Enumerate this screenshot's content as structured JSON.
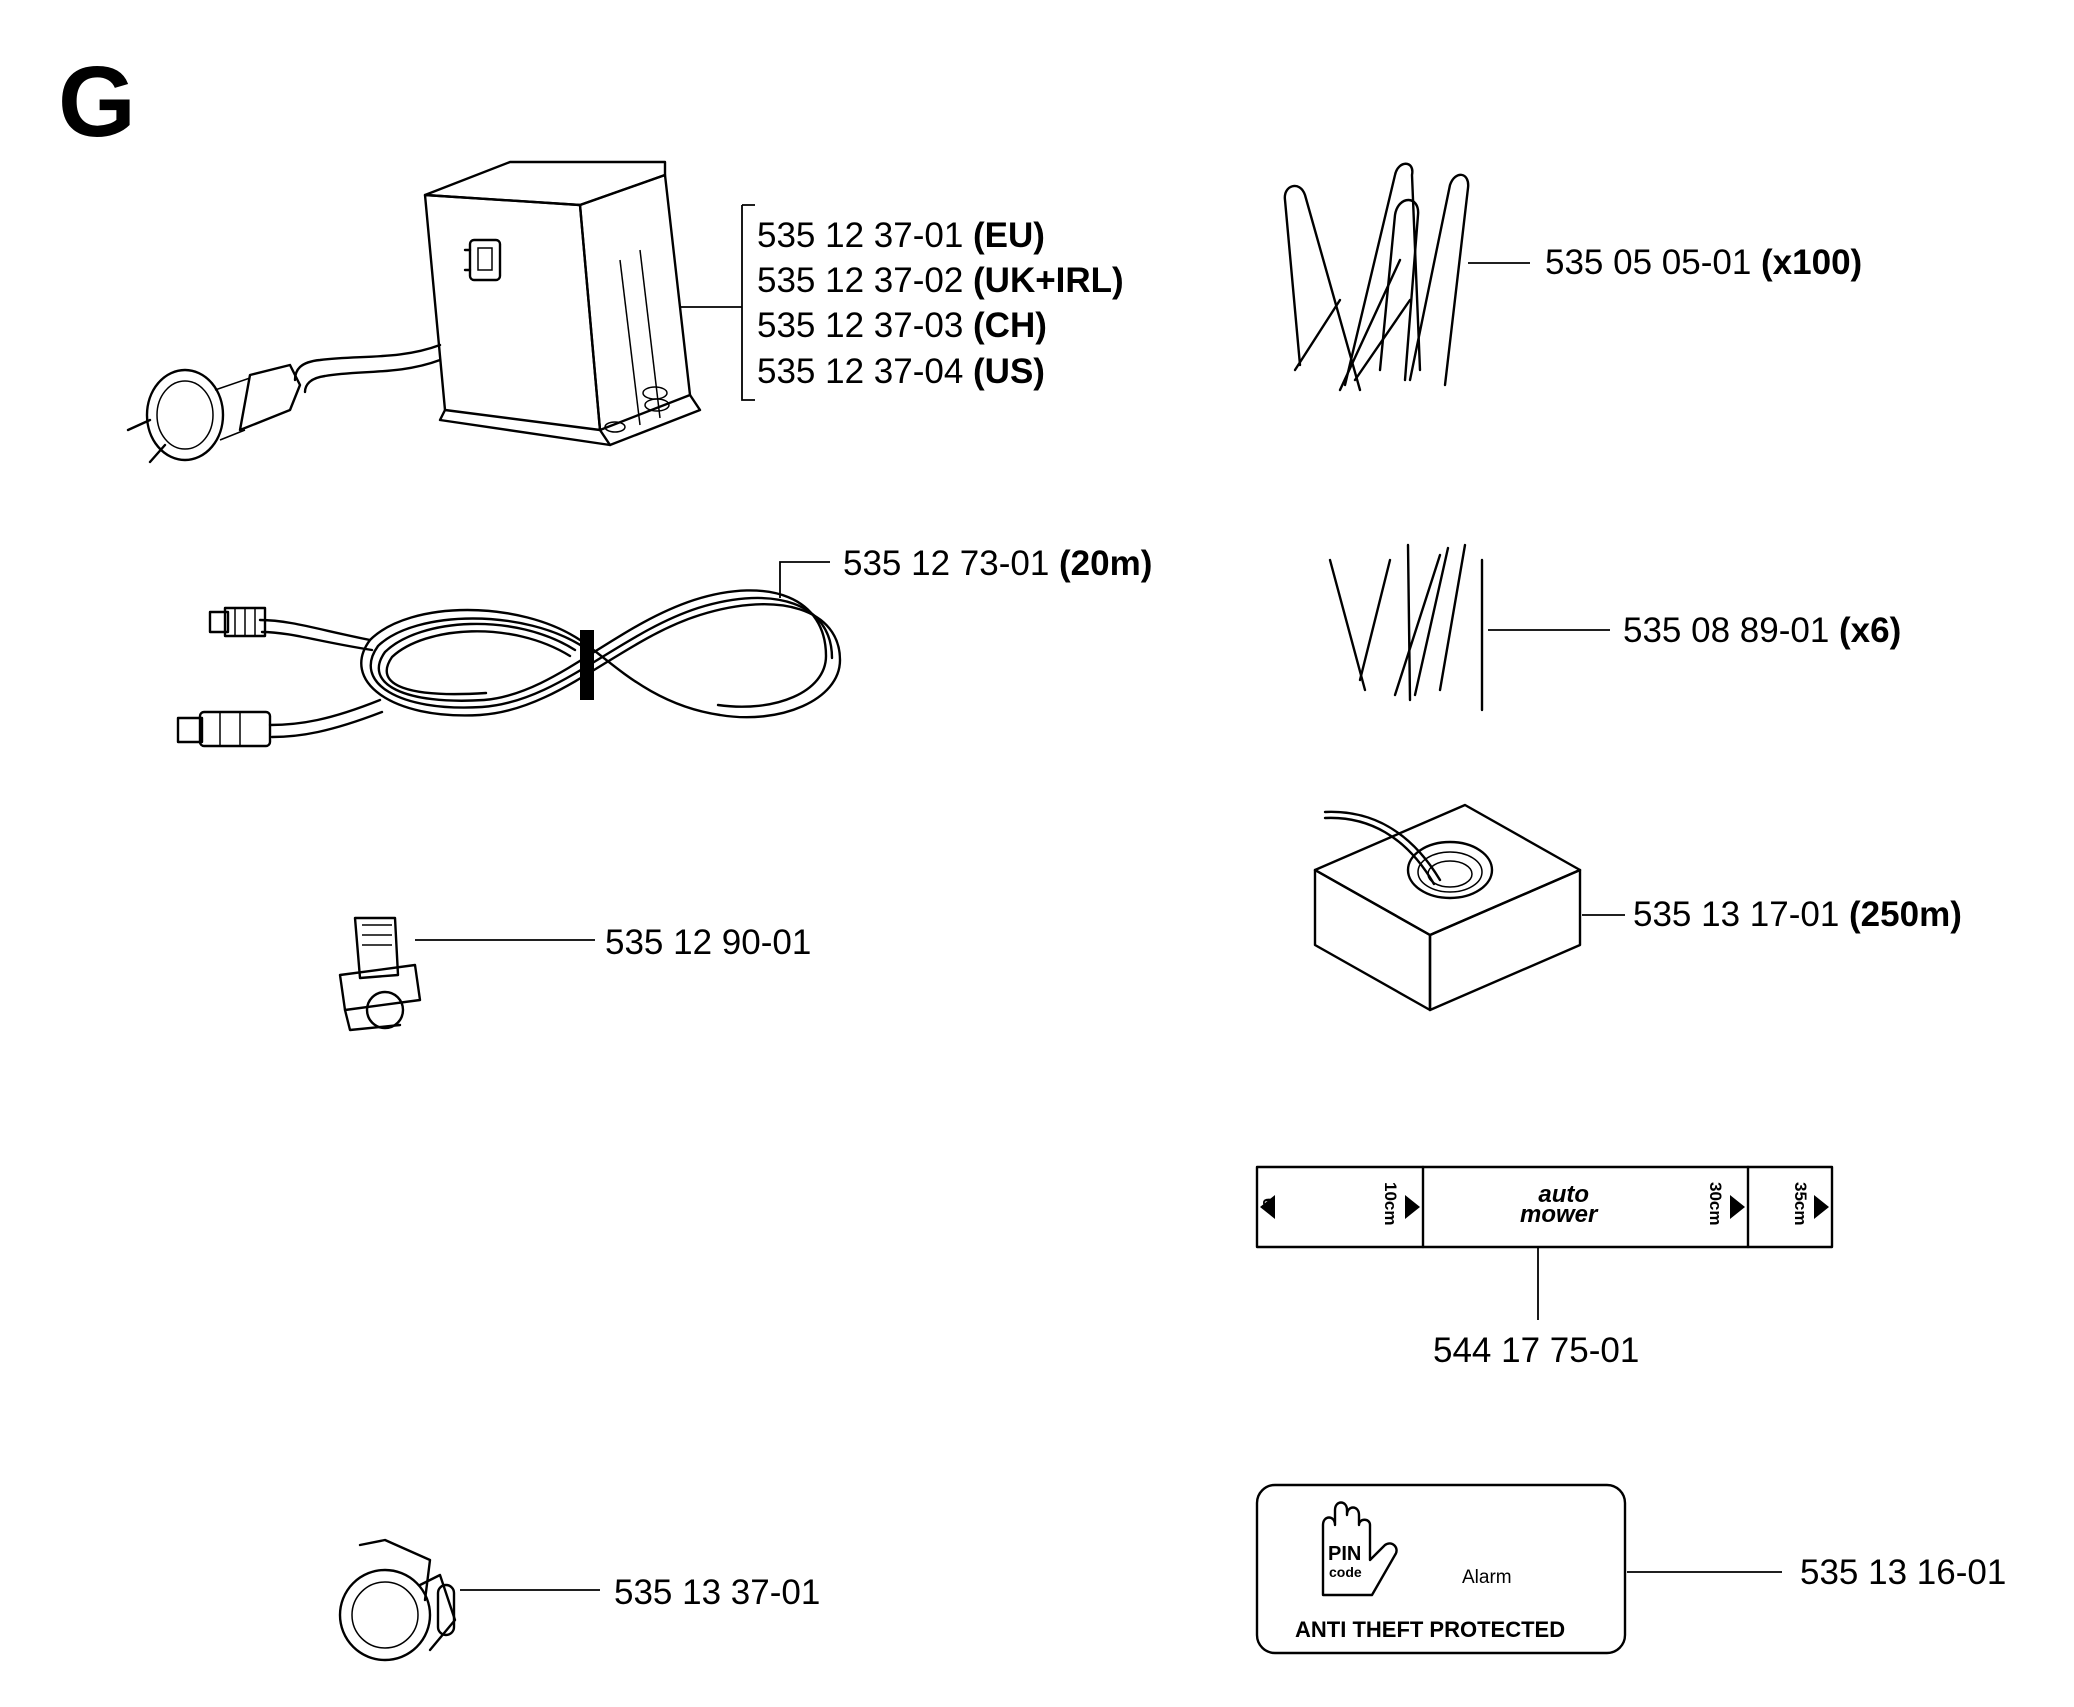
{
  "section_letter": "G",
  "parts": {
    "power_supply": {
      "variants": [
        {
          "number": "535 12 37-01",
          "suffix": "(EU)"
        },
        {
          "number": "535 12 37-02",
          "suffix": "(UK+IRL)"
        },
        {
          "number": "535 12 37-03",
          "suffix": "(CH)"
        },
        {
          "number": "535 12 37-04",
          "suffix": "(US)"
        }
      ]
    },
    "low_voltage_cable": {
      "number": "535 12 73-01",
      "suffix": "(20m)"
    },
    "connector": {
      "number": "535 12 90-01"
    },
    "coupler": {
      "number": "535 13 37-01"
    },
    "pegs": {
      "number": "535 05 05-01",
      "suffix": "(x100)"
    },
    "nails": {
      "number": "535 08 89-01",
      "suffix": "(x6)"
    },
    "boundary_wire": {
      "number": "535 13 17-01",
      "suffix": "(250m)"
    },
    "measuring_gauge": {
      "number": "544 17 75-01",
      "marks": [
        "0",
        "10cm",
        "30cm",
        "35cm"
      ],
      "logo_line1": "auto",
      "logo_line2": "mower"
    },
    "theft_decal": {
      "number": "535 13 16-01",
      "pin": "PIN",
      "code": "code",
      "alarm": "Alarm",
      "protected": "ANTI THEFT PROTECTED"
    }
  }
}
